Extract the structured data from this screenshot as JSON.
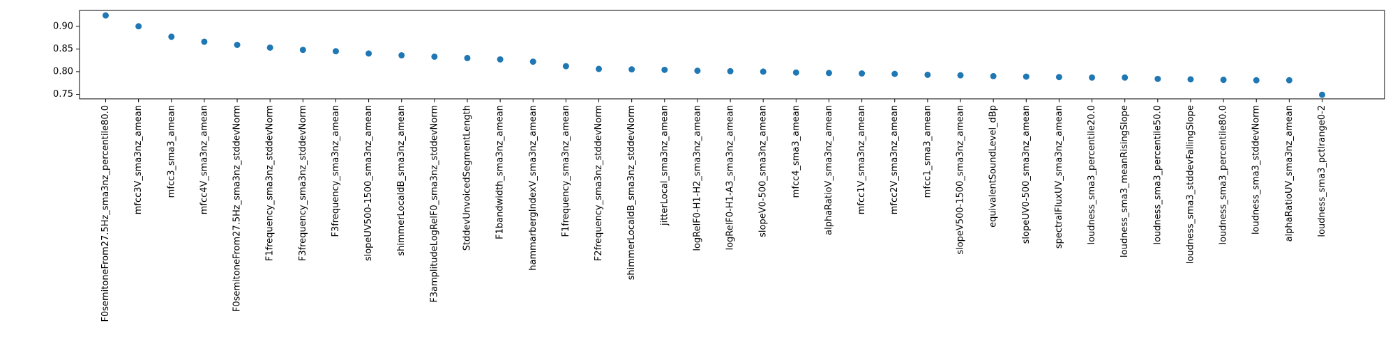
{
  "chart_data": {
    "type": "scatter",
    "title": "",
    "xlabel": "",
    "ylabel": "",
    "ylim": [
      0.74,
      0.935
    ],
    "yticks": [
      0.75,
      0.8,
      0.85,
      0.9
    ],
    "ytick_labels": [
      "0.75",
      "0.80",
      "0.85",
      "0.90"
    ],
    "grid": false,
    "marker_color": "#1f77b4",
    "categories": [
      "F0semitoneFrom27.5Hz_sma3nz_percentile80.0",
      "mfcc3V_sma3nz_amean",
      "mfcc3_sma3_amean",
      "mfcc4V_sma3nz_amean",
      "F0semitoneFrom27.5Hz_sma3nz_stddevNorm",
      "F1frequency_sma3nz_stddevNorm",
      "F3frequency_sma3nz_stddevNorm",
      "F3frequency_sma3nz_amean",
      "slopeUV500-1500_sma3nz_amean",
      "shimmerLocaldB_sma3nz_amean",
      "F3amplitudeLogRelF0_sma3nz_stddevNorm",
      "StddevUnvoicedSegmentLength",
      "F1bandwidth_sma3nz_amean",
      "hammarbergIndexV_sma3nz_amean",
      "F1frequency_sma3nz_amean",
      "F2frequency_sma3nz_stddevNorm",
      "shimmerLocaldB_sma3nz_stddevNorm",
      "jitterLocal_sma3nz_amean",
      "logRelF0-H1-H2_sma3nz_amean",
      "logRelF0-H1-A3_sma3nz_amean",
      "slopeV0-500_sma3nz_amean",
      "mfcc4_sma3_amean",
      "alphaRatioV_sma3nz_amean",
      "mfcc1V_sma3nz_amean",
      "mfcc2V_sma3nz_amean",
      "mfcc1_sma3_amean",
      "slopeV500-1500_sma3nz_amean",
      "equivalentSoundLevel_dBp",
      "slopeUV0-500_sma3nz_amean",
      "spectralFluxUV_sma3nz_amean",
      "loudness_sma3_percentile20.0",
      "loudness_sma3_meanRisingSlope",
      "loudness_sma3_percentile50.0",
      "loudness_sma3_stddevFallingSlope",
      "loudness_sma3_percentile80.0",
      "loudness_sma3_stddevNorm",
      "alphaRatioUV_sma3nz_amean",
      "loudness_sma3_pctlrange0-2"
    ],
    "values": [
      0.924,
      0.9,
      0.877,
      0.866,
      0.859,
      0.853,
      0.848,
      0.845,
      0.84,
      0.836,
      0.833,
      0.83,
      0.827,
      0.822,
      0.812,
      0.806,
      0.805,
      0.804,
      0.802,
      0.801,
      0.8,
      0.798,
      0.797,
      0.796,
      0.795,
      0.793,
      0.792,
      0.79,
      0.789,
      0.788,
      0.787,
      0.787,
      0.784,
      0.783,
      0.782,
      0.781,
      0.781,
      0.749
    ]
  }
}
